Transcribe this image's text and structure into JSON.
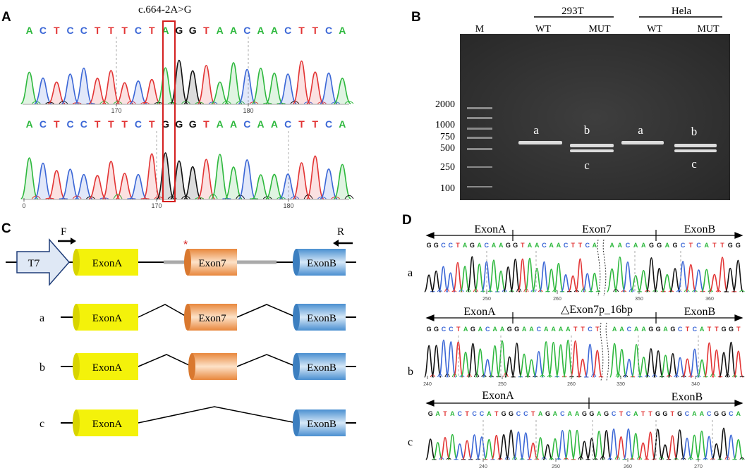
{
  "panels": {
    "a": "A",
    "b": "B",
    "c": "C",
    "d": "D"
  },
  "panel_a": {
    "mutation": "c.664-2A>G",
    "top_seq": "ACTCCTTTCTAGGTAACAACTTCA",
    "bottom_seq": "ACTCCTTTCTGGGTAACAACTTCA",
    "top_ticks": [
      "170",
      "180"
    ],
    "bottom_ticks": [
      "0",
      "170",
      "180"
    ]
  },
  "panel_b": {
    "cell_lines": [
      "293T",
      "Hela"
    ],
    "lanes": [
      "M",
      "WT",
      "MUT",
      "WT",
      "MUT"
    ],
    "ladder": [
      "2000",
      "1000",
      "750",
      "500",
      "250",
      "100"
    ],
    "band_labels": [
      "a",
      "b",
      "c",
      "a",
      "b",
      "c"
    ]
  },
  "panel_c": {
    "promoter": "T7",
    "primers": [
      "F",
      "R"
    ],
    "exons": [
      "ExonA",
      "Exon7",
      "ExonB"
    ],
    "star": "*",
    "rows": [
      "a",
      "b",
      "c"
    ]
  },
  "panel_d": {
    "rows": [
      "a",
      "b",
      "c"
    ],
    "seg_exon_a": "ExonA",
    "seg_exon_7": "Exon7",
    "seg_exon_b": "ExonB",
    "seg_deletion": "△Exon7p_16bp",
    "seq_a_left": "GGCCTAGACAAGGTAACAACTTCA",
    "seq_a_right": "AACAAGGAGCTCATTGG",
    "seq_b_left": "GGCCTAGACAAGGAACAAAATTCT",
    "seq_b_right": "AACAAGGAGCTCATTGGT",
    "seq_c": "GATACTCCATGGCCTAGACAAGGAGCTCATTGGTGCAACGGCA",
    "ticks_a": [
      "250",
      "260",
      "350",
      "360"
    ],
    "ticks_b": [
      "240",
      "250",
      "260",
      "330",
      "340"
    ],
    "ticks_c": [
      "240",
      "250",
      "260",
      "270"
    ]
  },
  "base_colors": {
    "A": "#2db83d",
    "C": "#3a66d6",
    "G": "#111111",
    "T": "#e23333"
  }
}
